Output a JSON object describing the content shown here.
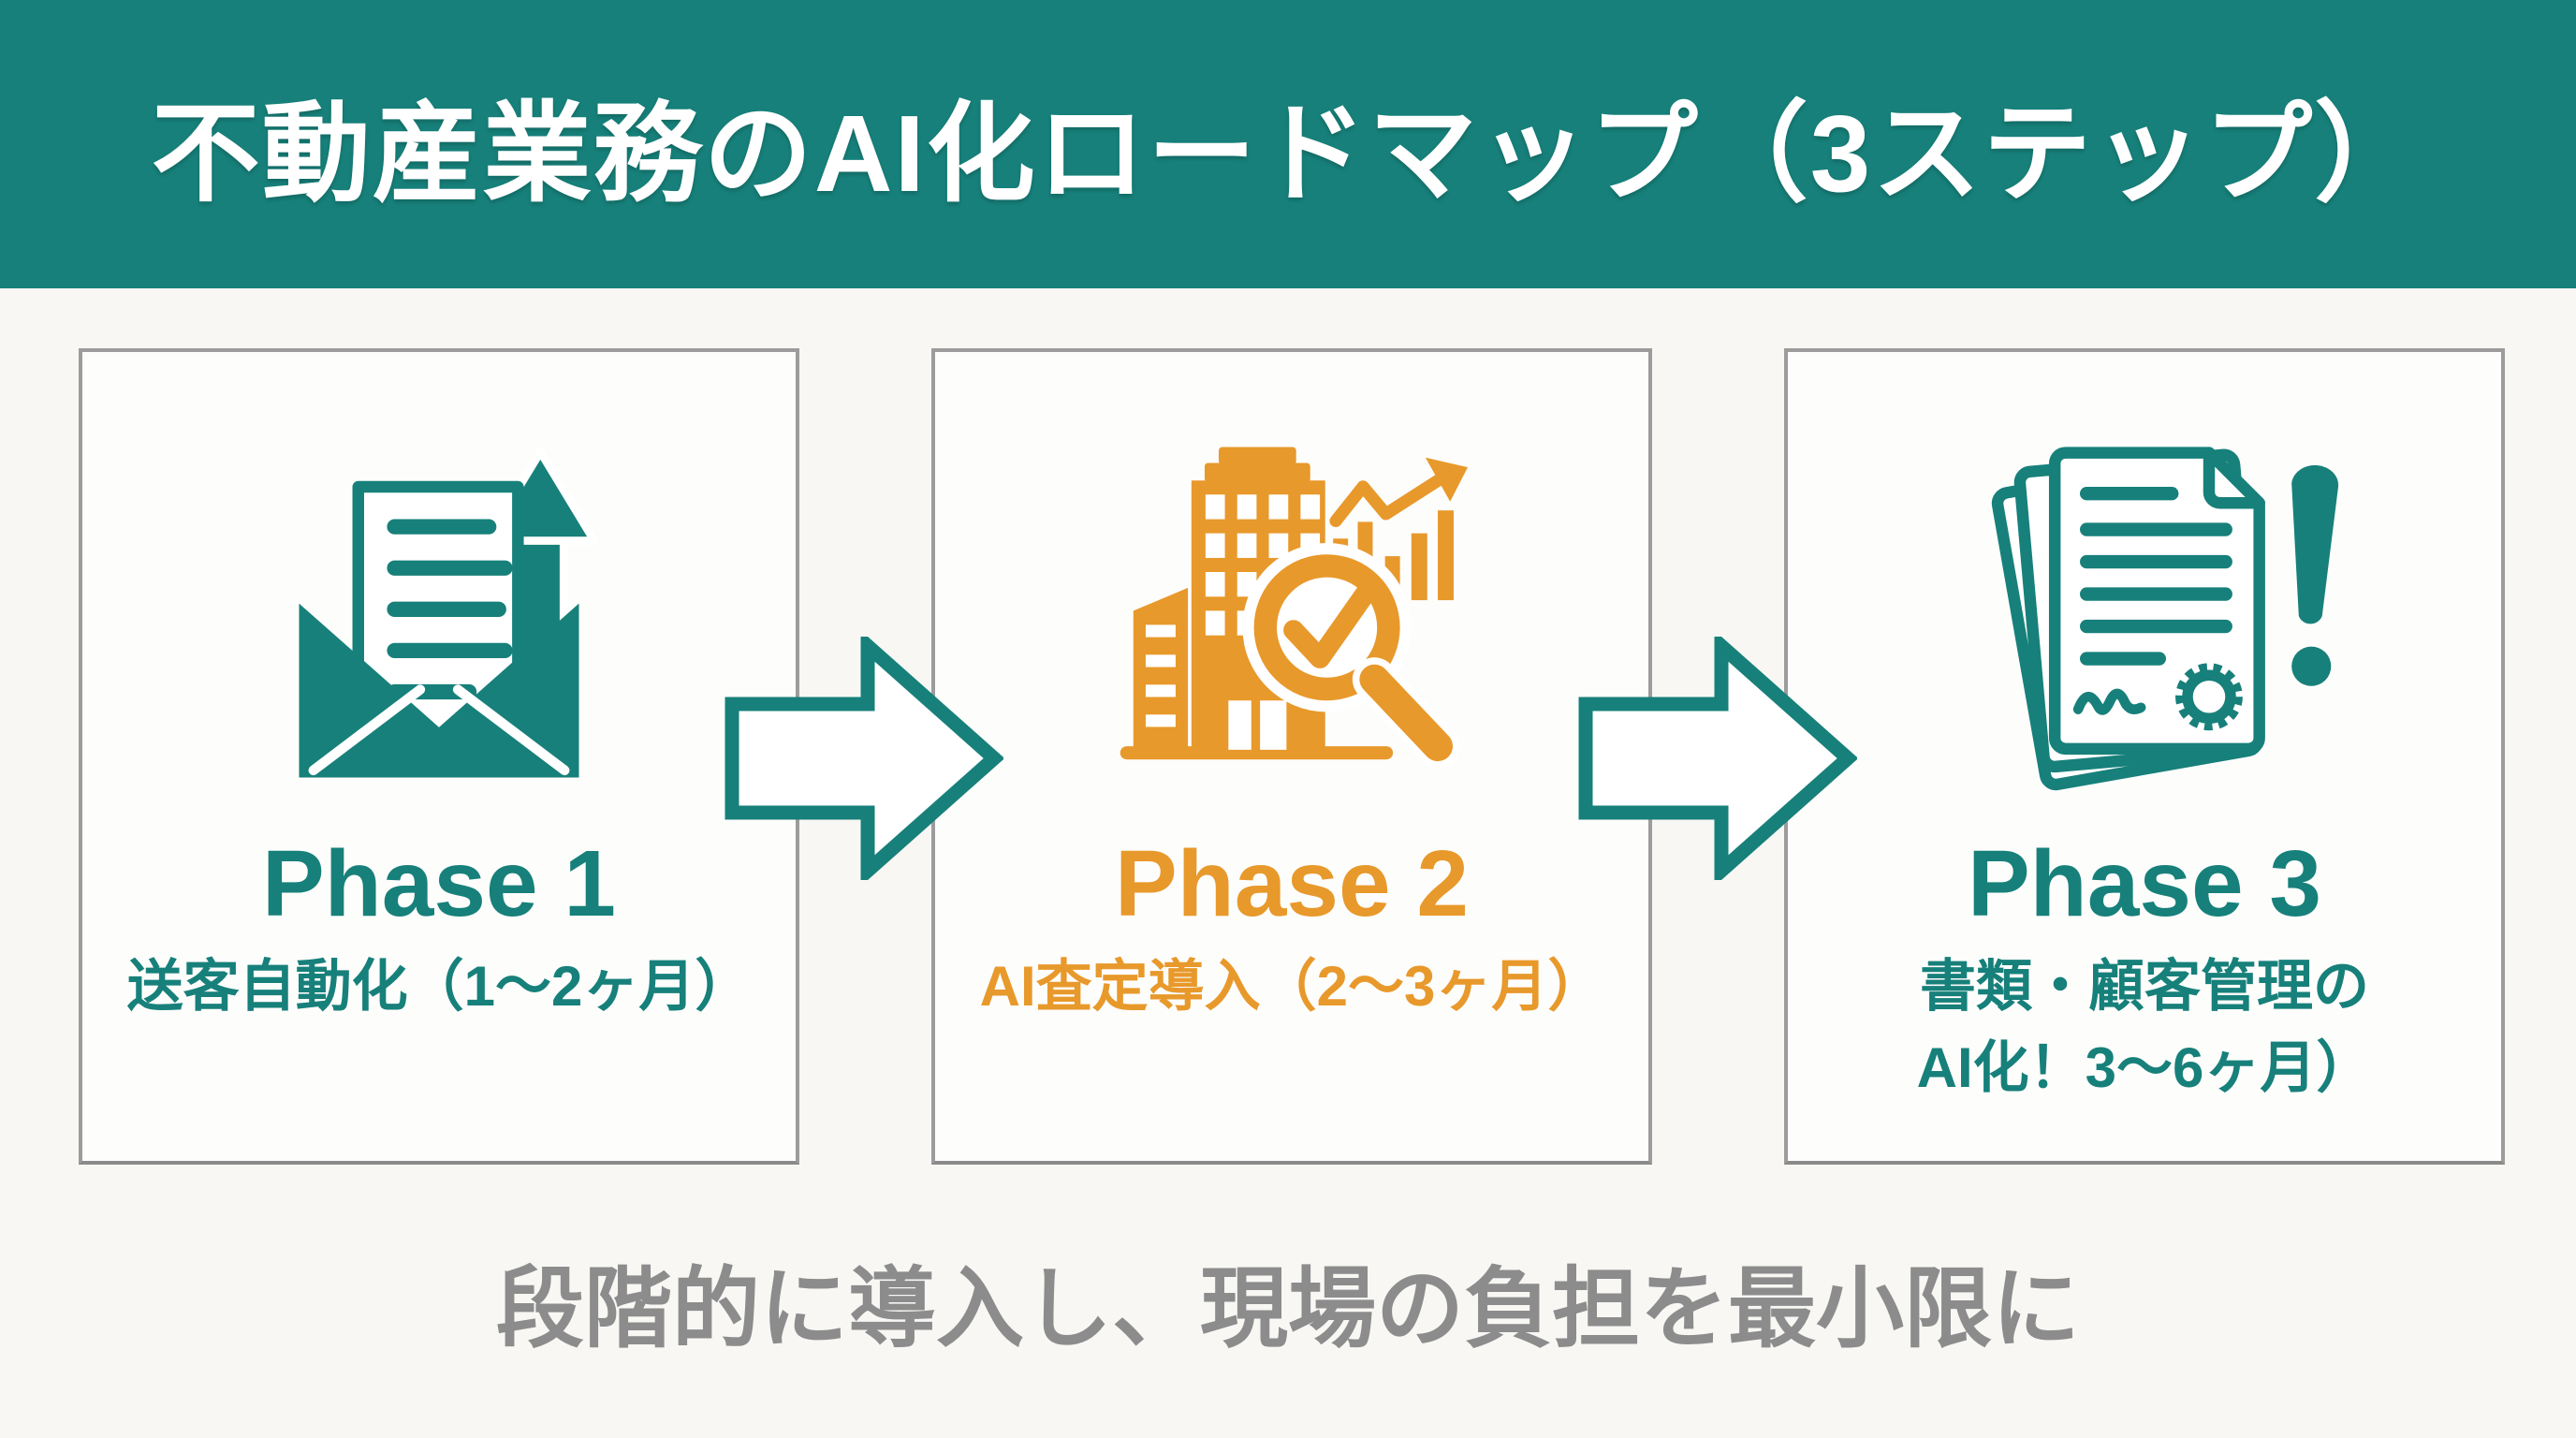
{
  "colors": {
    "teal": "#17807A",
    "orange": "#E8992B",
    "gray_text": "#8C8C8C",
    "box_border": "#9C9C9C",
    "page_bg": "#F8F7F4",
    "box_bg": "#FDFDFC",
    "header_text": "#FFFFFF"
  },
  "header": {
    "title": "不動産業務のAI化ロードマップ（3ステップ）"
  },
  "phases": [
    {
      "label": "Phase 1",
      "subtitle": "送客自動化（1〜2ヶ月）",
      "icon": "envelope-letter-up-arrow-icon",
      "accent": "#17807A"
    },
    {
      "label": "Phase 2",
      "subtitle": "AI査定導入（2〜3ヶ月）",
      "icon": "building-magnifier-chart-icon",
      "accent": "#E8992B"
    },
    {
      "label": "Phase 3",
      "subtitle_lines": [
        "書類・顧客管理の",
        "AI化！3〜6ヶ月）"
      ],
      "icon": "documents-alert-icon",
      "accent": "#17807A"
    }
  ],
  "arrows": [
    {
      "icon": "arrow-right-icon"
    },
    {
      "icon": "arrow-right-icon"
    }
  ],
  "footer": {
    "caption": "段階的に導入し、現場の負担を最小限に"
  }
}
